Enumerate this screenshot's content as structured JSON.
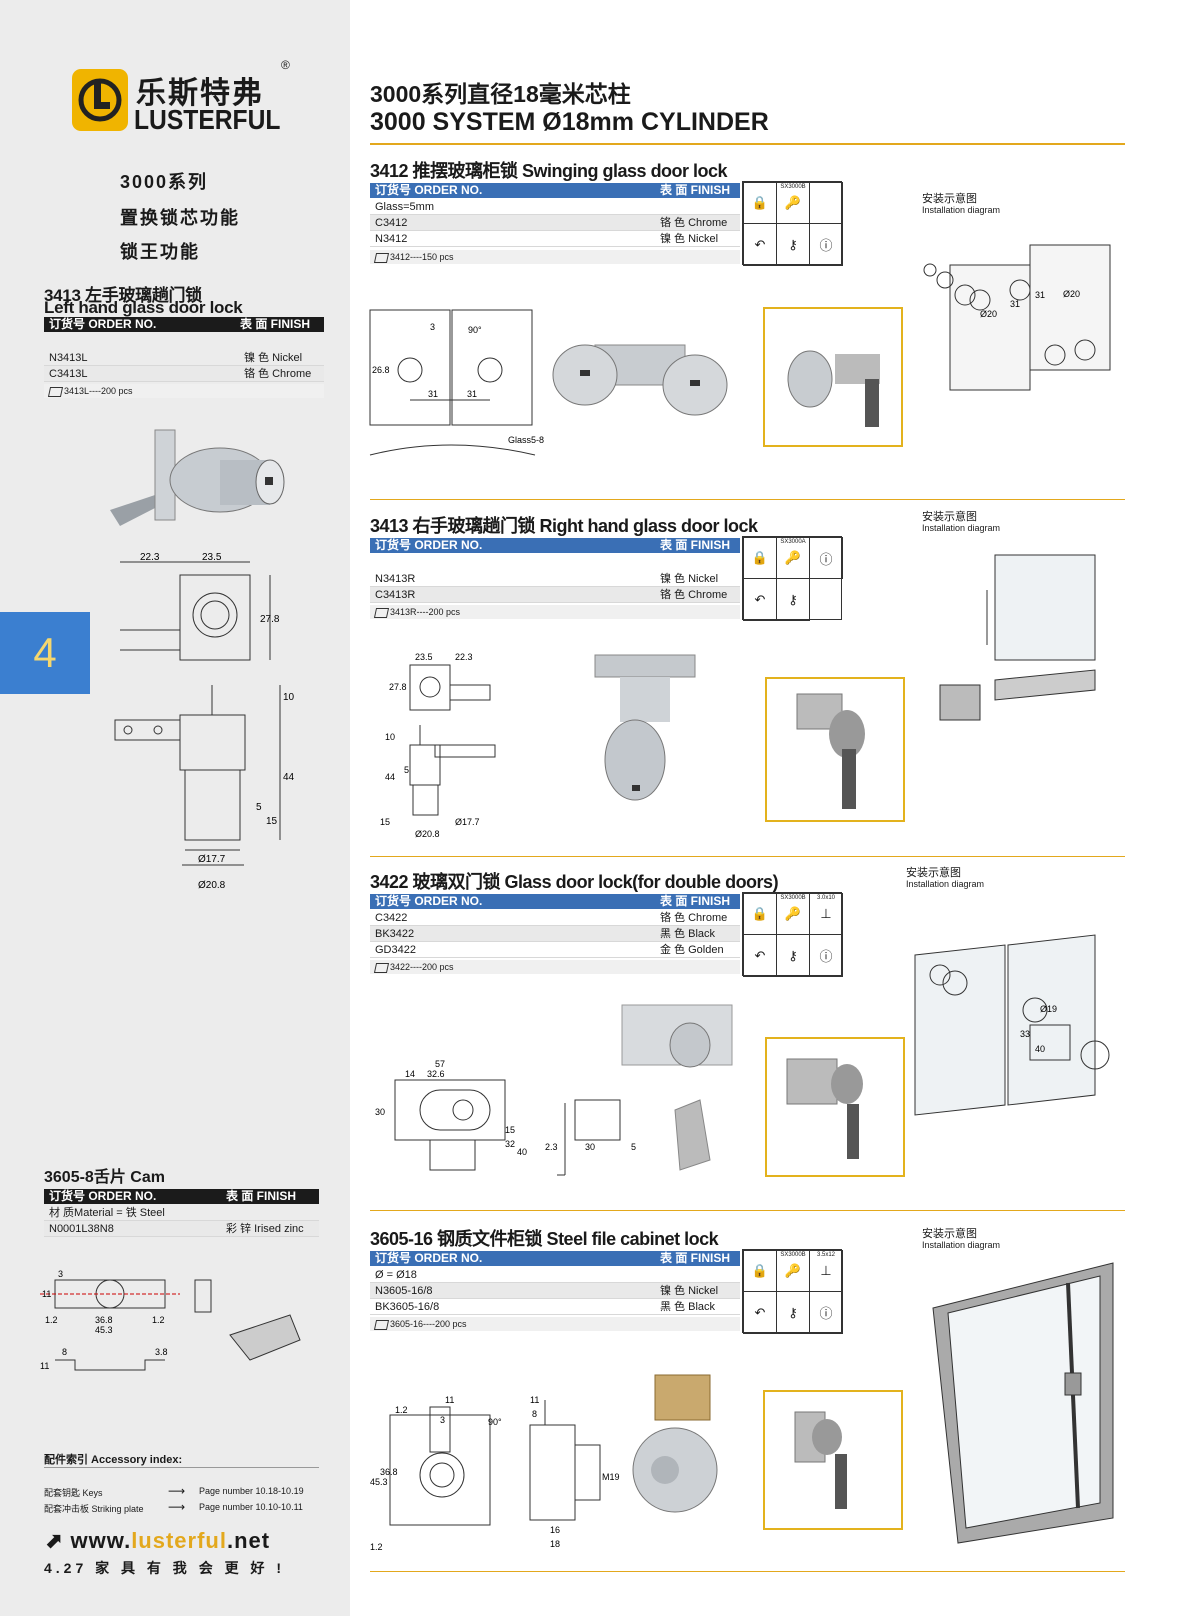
{
  "header": {
    "cn": "3000系列直径18毫米芯柱",
    "en": "3000 SYSTEM Ø18mm CYLINDER"
  },
  "logo": {
    "cn": "乐斯特弗",
    "en": "LUSTERFUL",
    "reg": "®"
  },
  "features": [
    "3000系列",
    "置换锁芯功能",
    "锁王功能"
  ],
  "chapter": "4",
  "left": {
    "s3413l": {
      "title_cn": "3413 左手玻璃趟门锁",
      "title_en": "Left hand glass door lock",
      "col_order": "订货号 ORDER NO.",
      "col_finish": "表 面 FINISH",
      "rows": [
        [
          "N3413L",
          "镍 色 Nickel"
        ],
        [
          "C3413L",
          "铬 色 Chrome"
        ]
      ],
      "pack": "3413L----200 pcs",
      "dims": [
        "22.3",
        "23.5",
        "27.8",
        "10",
        "44",
        "5",
        "15",
        "Ø17.7",
        "Ø20.8"
      ]
    },
    "s3605_8": {
      "title": "3605-8舌片 Cam",
      "col_order": "订货号 ORDER NO.",
      "col_finish": "表 面 FINISH",
      "rows": [
        [
          "材 质Material = 铁 Steel",
          ""
        ],
        [
          "N0001L38N8",
          "彩 锌 Irised zinc"
        ]
      ],
      "dims": [
        "3",
        "11",
        "1.2",
        "36.8",
        "45.3",
        "1.2",
        "8",
        "3.8",
        "11"
      ]
    },
    "acc": {
      "title": "配件索引 Accessory index:",
      "rows": [
        [
          "配套钥匙 Keys",
          "Page number 10.18-10.19"
        ],
        [
          "配套冲击板 Striking plate",
          "Page number 10.10-10.11"
        ]
      ]
    },
    "url_pre": "www.",
    "url_mid": "lusterful",
    "url_post": ".net",
    "pageline": "4.27 家 具 有 我 会 更 好 !"
  },
  "sections": [
    {
      "title": "3412 推摆玻璃柜锁 Swinging glass door lock",
      "col_order": "订货号 ORDER NO.",
      "col_finish": "表 面 FINISH",
      "rows": [
        [
          "Glass=5mm",
          ""
        ],
        [
          "C3412",
          "铬 色 Chrome"
        ],
        [
          "N3412",
          "镍 色 Nickel"
        ]
      ],
      "pack": "3412----150 pcs",
      "code": "SX3000B",
      "install_cn": "安装示意图",
      "install_en": "Installation diagram",
      "dims": [
        "3",
        "90°",
        "26.8",
        "31",
        "31",
        "Glass5-8",
        "Ø20",
        "31",
        "31",
        "Ø20"
      ]
    },
    {
      "title": "3413 右手玻璃趟门锁 Right hand glass door lock",
      "col_order": "订货号 ORDER NO.",
      "col_finish": "表 面 FINISH",
      "rows": [
        [
          "N3413R",
          "镍 色 Nickel"
        ],
        [
          "C3413R",
          "铬 色 Chrome"
        ]
      ],
      "pack": "3413R----200 pcs",
      "code": "SX3000A",
      "install_cn": "安装示意图",
      "install_en": "Installation diagram",
      "dims": [
        "23.5",
        "22.3",
        "27.8",
        "10",
        "44",
        "5",
        "15",
        "Ø17.7",
        "Ø20.8"
      ]
    },
    {
      "title": "3422 玻璃双门锁 Glass door lock(for double doors)",
      "col_order": "订货号 ORDER NO.",
      "col_finish": "表 面 FINISH",
      "rows": [
        [
          "C3422",
          "铬 色 Chrome"
        ],
        [
          "BK3422",
          "黑 色 Black"
        ],
        [
          "GD3422",
          "金 色 Golden"
        ]
      ],
      "pack": "3422----200 pcs",
      "code": "SX3000B",
      "code2": "3.0x10",
      "install_cn": "安装示意图",
      "install_en": "Installation diagram",
      "dims": [
        "57",
        "14",
        "32.6",
        "30",
        "15",
        "32",
        "40",
        "2.3",
        "30",
        "5",
        "Ø19",
        "33",
        "40"
      ]
    },
    {
      "title": "3605-16 钢质文件柜锁 Steel file cabinet lock",
      "col_order": "订货号 ORDER NO.",
      "col_finish": "表 面 FINISH",
      "rows": [
        [
          "Ø = Ø18",
          ""
        ],
        [
          "N3605-16/8",
          "镍 色 Nickel"
        ],
        [
          "BK3605-16/8",
          "黑 色 Black"
        ]
      ],
      "pack": "3605-16----200 pcs",
      "code": "SX3000B",
      "code2": "3.5x12",
      "install_cn": "安装示意图",
      "install_en": "Installation diagram",
      "dims": [
        "1.2",
        "11",
        "3",
        "90°",
        "45.3",
        "36.8",
        "1.2",
        "11",
        "8",
        "M19",
        "16",
        "18"
      ]
    }
  ],
  "colors": {
    "gold": "#e3a81d",
    "blue": "#3b7fd0",
    "bar": "#1b1b1b",
    "barBlue": "#3a6fb5"
  }
}
